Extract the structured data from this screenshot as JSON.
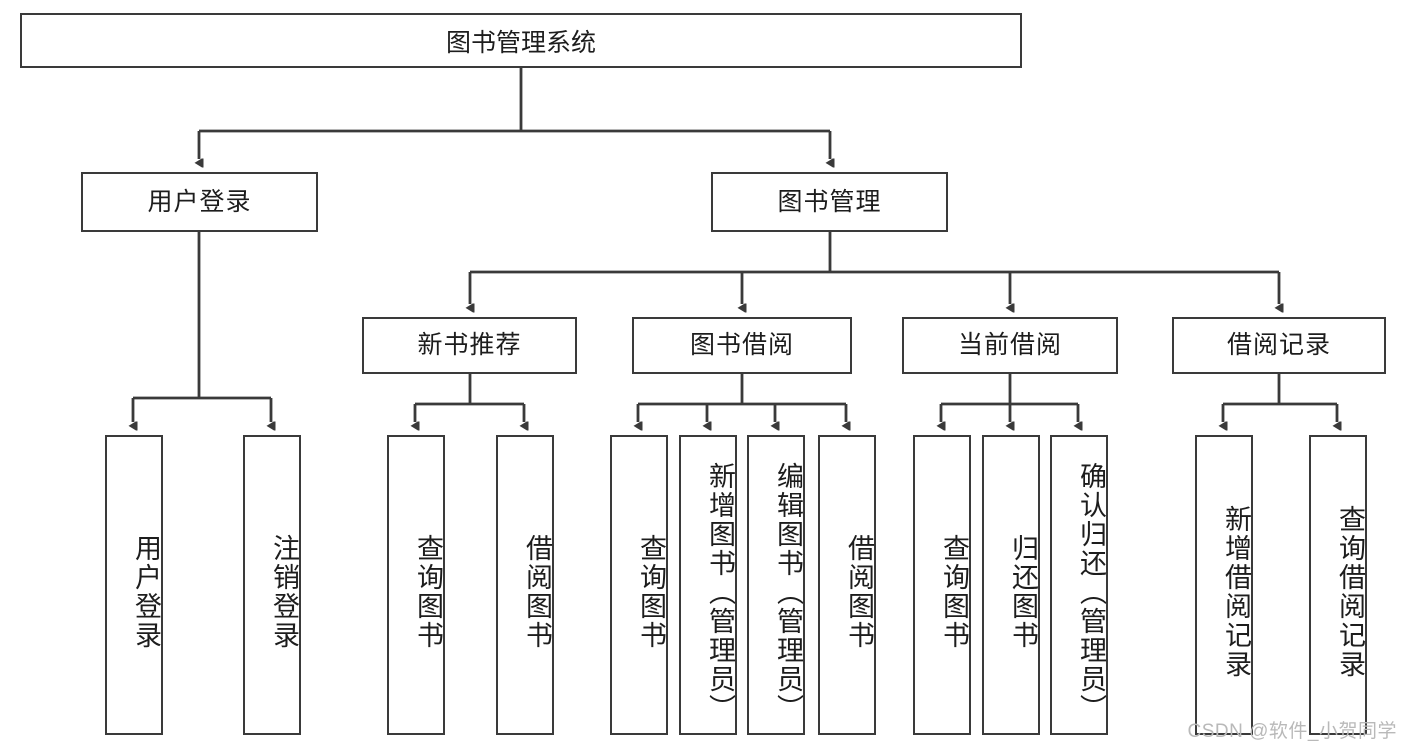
{
  "diagram": {
    "title": "图书管理系统",
    "type": "tree-hierarchy",
    "root": {
      "label": "图书管理系统"
    },
    "level2": [
      {
        "label": "用户登录"
      },
      {
        "label": "图书管理"
      }
    ],
    "level3": [
      {
        "label": "新书推荐"
      },
      {
        "label": "图书借阅"
      },
      {
        "label": "当前借阅"
      },
      {
        "label": "借阅记录"
      }
    ],
    "leaves": {
      "user_login": [
        {
          "label": "用户登录"
        },
        {
          "label": "注销登录"
        }
      ],
      "new_book_recommend": [
        {
          "label": "查询图书"
        },
        {
          "label": "借阅图书"
        }
      ],
      "book_borrow": [
        {
          "label": "查询图书"
        },
        {
          "label": "新增图书（管理员）"
        },
        {
          "label": "编辑图书（管理员）"
        },
        {
          "label": "借阅图书"
        }
      ],
      "current_borrow": [
        {
          "label": "查询图书"
        },
        {
          "label": "归还图书"
        },
        {
          "label": "确认归还（管理员）"
        }
      ],
      "borrow_record": [
        {
          "label": "新增借阅记录"
        },
        {
          "label": "查询借阅记录"
        }
      ]
    }
  },
  "watermark": {
    "text": "CSDN @软件_小贺同学"
  },
  "colors": {
    "stroke": "#3a3a3a",
    "background": "#ffffff",
    "text": "#1d1d1d",
    "watermark": "#b9b9b9"
  }
}
